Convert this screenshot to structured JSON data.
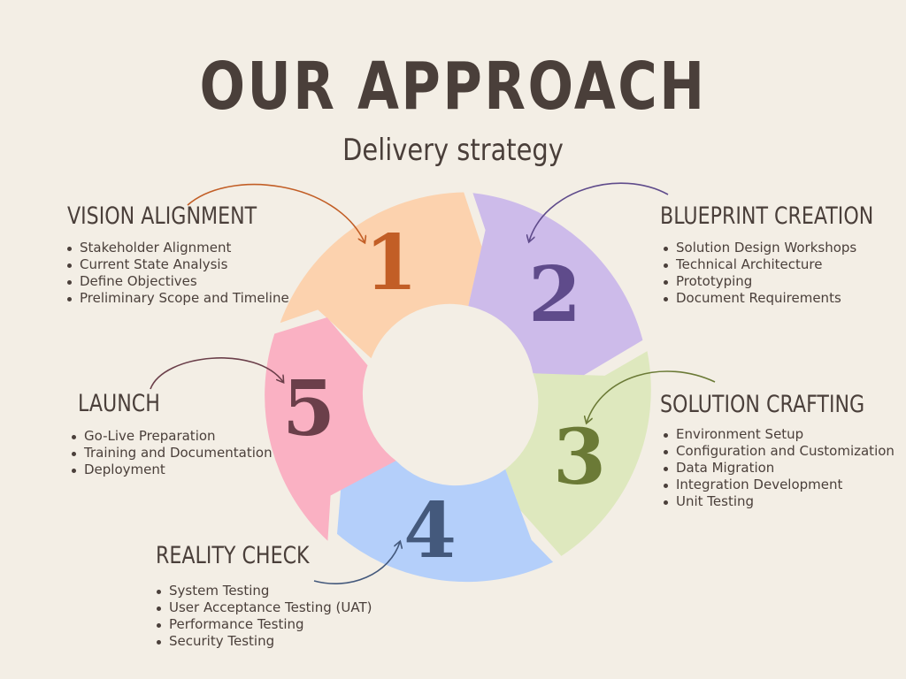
{
  "header": {
    "title": "OUR APPROACH",
    "subtitle": "Delivery strategy"
  },
  "stages": [
    {
      "number": "1",
      "title": "VISION ALIGNMENT",
      "fill": "#fcd2ae",
      "num_color": "#c25e26",
      "arrow_color": "#c25e26",
      "bullets": [
        "Stakeholder Alignment",
        "Current State Analysis",
        "Define Objectives",
        "Preliminary Scope and Timeline"
      ]
    },
    {
      "number": "2",
      "title": "BLUEPRINT CREATION",
      "fill": "#cdbbea",
      "num_color": "#5f4b8b",
      "arrow_color": "#5f4b8b",
      "bullets": [
        "Solution Design Workshops",
        "Technical Architecture",
        "Prototyping",
        "Document Requirements"
      ]
    },
    {
      "number": "3",
      "title": "SOLUTION CRAFTING",
      "fill": "#dee8be",
      "num_color": "#6b7a36",
      "arrow_color": "#6b7a36",
      "bullets": [
        "Environment Setup",
        "Configuration and Customization",
        "Data Migration",
        "Integration Development",
        "Unit Testing"
      ]
    },
    {
      "number": "4",
      "title": "REALITY CHECK",
      "fill": "#b4cffa",
      "num_color": "#44597c",
      "arrow_color": "#44597c",
      "bullets": [
        "System Testing",
        "User Acceptance Testing (UAT)",
        "Performance Testing",
        "Security Testing"
      ]
    },
    {
      "number": "5",
      "title": "LAUNCH",
      "fill": "#fab1c3",
      "num_color": "#6b3f4a",
      "arrow_color": "#6b3f4a",
      "bullets": [
        "Go-Live Preparation",
        "Training and Documentation",
        "Deployment"
      ]
    }
  ]
}
